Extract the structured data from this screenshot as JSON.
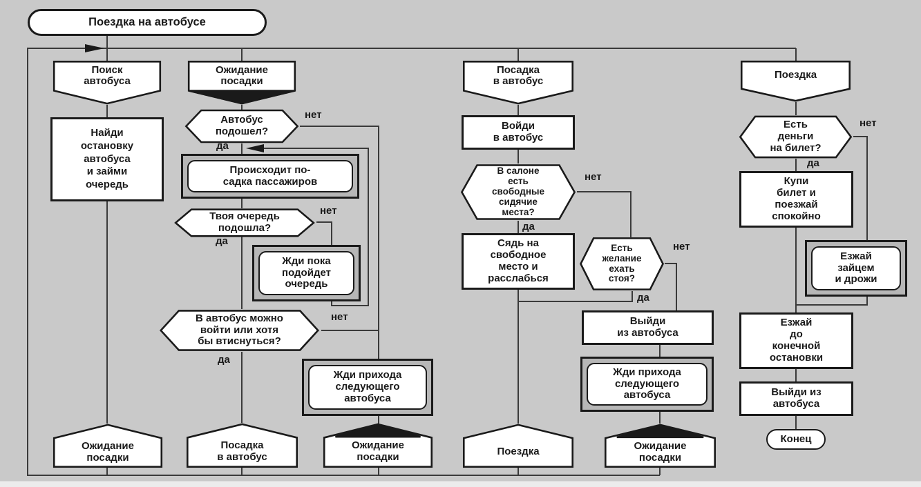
{
  "diagram": {
    "title": "Поездка на автобусе",
    "branch": {
      "yes": "да",
      "no": "нет"
    },
    "colors": {
      "background": "#c9c9c9",
      "shape_fill": "#ffffff",
      "border": "#1a1a1a",
      "double_box_padding": "#b7b7b7",
      "line": "#3a3a3a"
    },
    "nodes": {
      "start": "Поездка на автобусе",
      "c1_head": "Поиск\nавтобуса",
      "c1_step": "Найди\nостановку\nавтобуса\nи займи\nочередь",
      "c1_foot": "Ожидание\nпосадки",
      "c2_head": "Ожидание\nпосадки",
      "c2_q1": "Автобус\nподошел?",
      "c2_proc": "Происходит по-\nсадка пассажиров",
      "c2_q2": "Твоя очередь\nподошла?",
      "c2_wait1": "Жди пока\nподойдет\nочередь",
      "c2_q3": "В автобус можно\nвойти или хотя\nбы втиснуться?",
      "c2_wait2": "Жди прихода\nследующего\nавтобуса",
      "c2_foot1": "Посадка\nв автобус",
      "c2_foot2": "Ожидание\nпосадки",
      "c3_head": "Посадка\nв автобус",
      "c3_step1": "Войди\nв автобус",
      "c3_q1": "В салоне\nесть\nсвободные\nсидячие\nместа?",
      "c3_step2": "Сядь на\nсвободное\nместо и\nрасслабься",
      "c3_q2": "Есть\nжелание\nехать\nстоя?",
      "c3_step3": "Выйди\nиз автобуса",
      "c3_wait": "Жди прихода\nследующего\nавтобуса",
      "c3_foot1": "Поездка",
      "c3_foot2": "Ожидание\nпосадки",
      "c4_head": "Поездка",
      "c4_q1": "Есть\nденьги\nна билет?",
      "c4_step1": "Купи\nбилет и\nпоезжай\nспокойно",
      "c4_alt": "Езжай\nзайцем\nи дрожи",
      "c4_step2": "Езжай\nдо\nконечной\nостановки",
      "c4_step3": "Выйди из\nавтобуса",
      "end": "Конец"
    }
  }
}
